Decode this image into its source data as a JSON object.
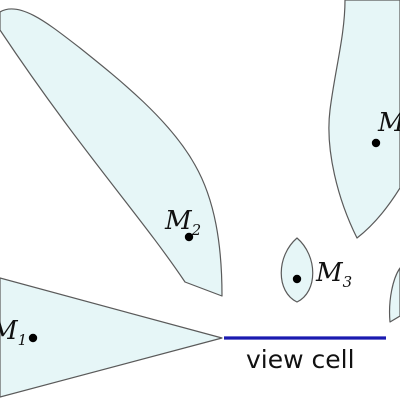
{
  "colors": {
    "region_fill": "#e6f6f7",
    "region_stroke": "#5a5a5a",
    "point_fill": "#000000",
    "view_cell_line": "#1a1ab0",
    "background": "#ffffff"
  },
  "regions": [
    {
      "id": "m1",
      "letter": "M",
      "subscript": "1"
    },
    {
      "id": "m2",
      "letter": "M",
      "subscript": "2"
    },
    {
      "id": "m3",
      "letter": "M",
      "subscript": "3"
    },
    {
      "id": "m4",
      "letter": "M",
      "subscript": ""
    }
  ],
  "view_cell": {
    "label": "view cell"
  }
}
